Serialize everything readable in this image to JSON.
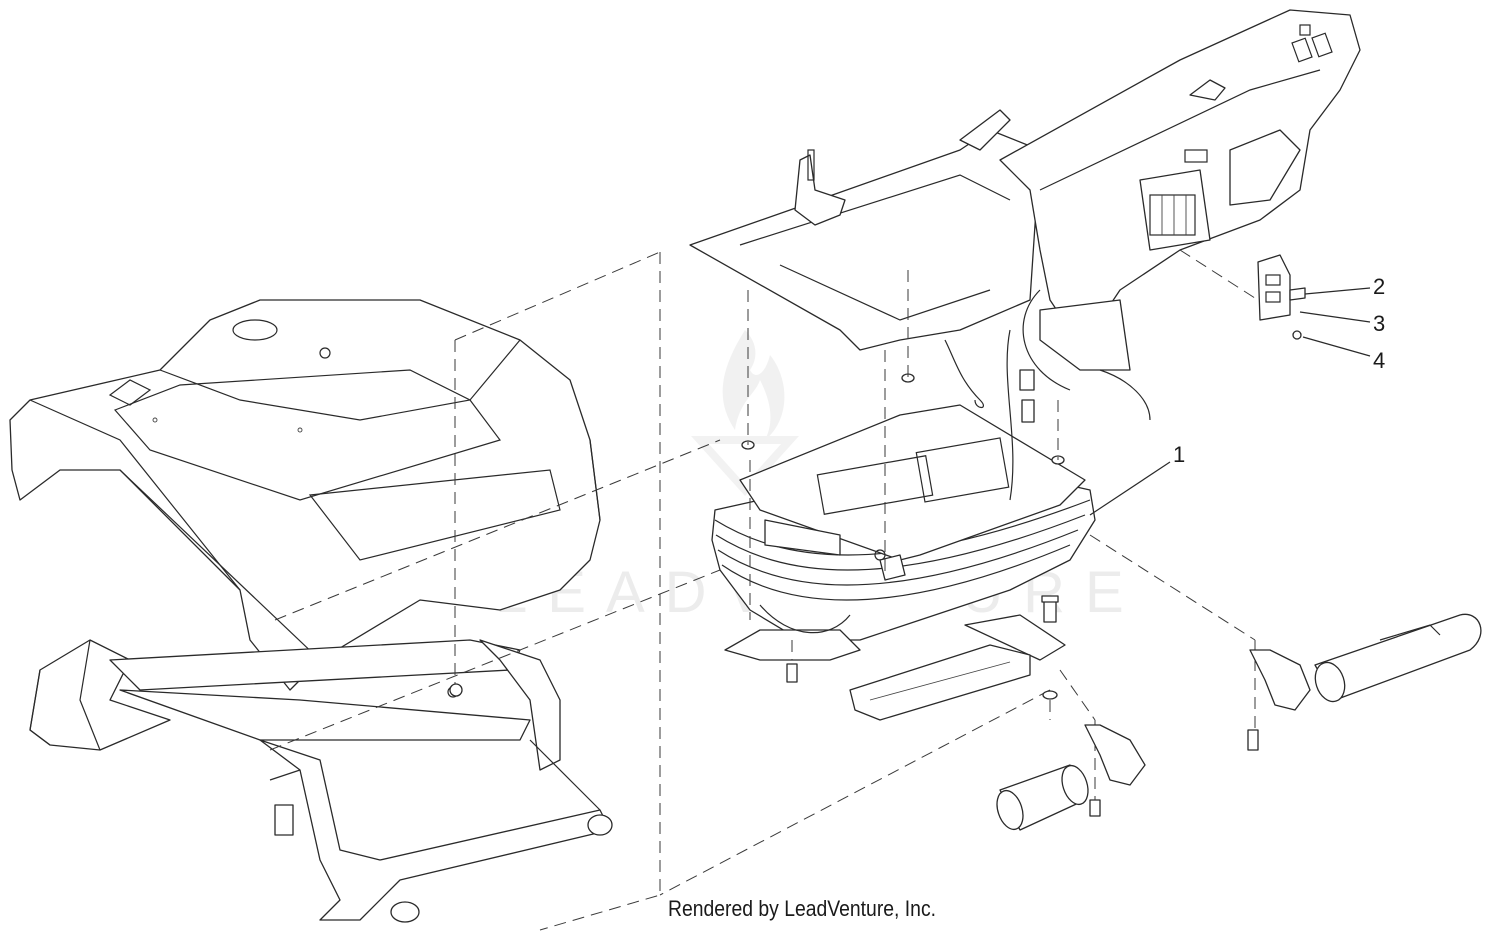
{
  "footer": {
    "text": "Rendered by LeadVenture, Inc."
  },
  "watermark": {
    "text": "LEADVENTURE",
    "color": "#ececec"
  },
  "callouts": [
    {
      "id": "1",
      "label": "1"
    },
    {
      "id": "2",
      "label": "2"
    },
    {
      "id": "3",
      "label": "3"
    },
    {
      "id": "4",
      "label": "4"
    }
  ],
  "colors": {
    "line": "#2a2a2a",
    "background": "#ffffff"
  }
}
